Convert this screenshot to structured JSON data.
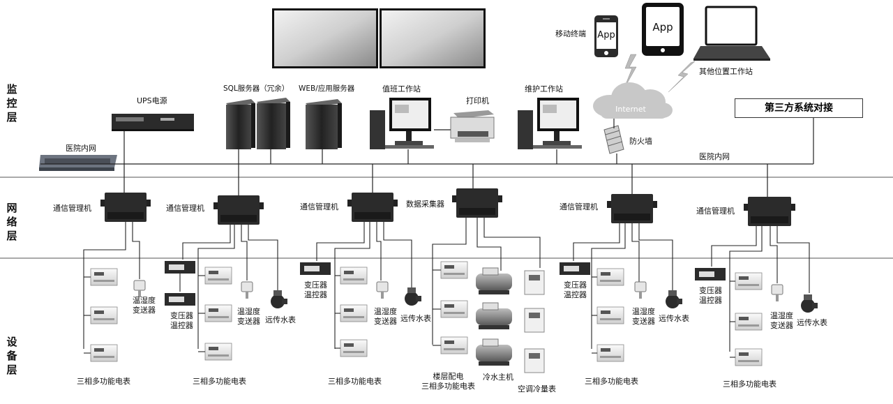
{
  "layers": {
    "monitor": "监控层",
    "network": "网络层",
    "device": "设备层"
  },
  "monitor": {
    "ups": "UPS电源",
    "sql_server": "SQL服务器（冗余）",
    "web_server": "WEB/应用服务器",
    "duty_station": "值班工作站",
    "printer": "打印机",
    "maint_station": "维护工作站",
    "mobile": "移动终端",
    "app_phone": "App",
    "app_tablet": "App",
    "other_station": "其他位置工作站",
    "internet": "Internet",
    "firewall": "防火墙",
    "third_party": "第三方系统对接",
    "lan_left": "医院内网",
    "lan_right": "医院内网"
  },
  "network": {
    "comm1": "通信管理机",
    "comm2": "通信管理机",
    "comm3": "通信管理机",
    "collector": "数据采集器",
    "comm5": "通信管理机",
    "comm6": "通信管理机"
  },
  "device": {
    "g1_meter": "三相多功能电表",
    "g1_th": "温湿度\n变送器",
    "g2_trans": "变压器\n温控器",
    "g2_th": "温湿度\n变送器",
    "g2_water": "远传水表",
    "g2_meter": "三相多功能电表",
    "g3_trans": "变压器\n温控器",
    "g3_th": "温湿度\n变送器",
    "g3_water": "远传水表",
    "g3_meter": "三相多功能电表",
    "g4_floor": "楼层配电\n三相多功能电表",
    "g4_chiller": "冷水主机",
    "g4_ac": "空调冷量表",
    "g5_trans": "变压器\n温控器",
    "g5_th": "温湿度\n变送器",
    "g5_water": "远传水表",
    "g5_meter": "三相多功能电表",
    "g6_trans": "变压器\n温控器",
    "g6_th": "温湿度\n变送器",
    "g6_water": "远传水表",
    "g6_meter": "三相多功能电表"
  },
  "colors": {
    "device_body": "#2b2b2b",
    "line": "#222222",
    "cloud": "#c8c8c8",
    "divider": "#555555"
  }
}
